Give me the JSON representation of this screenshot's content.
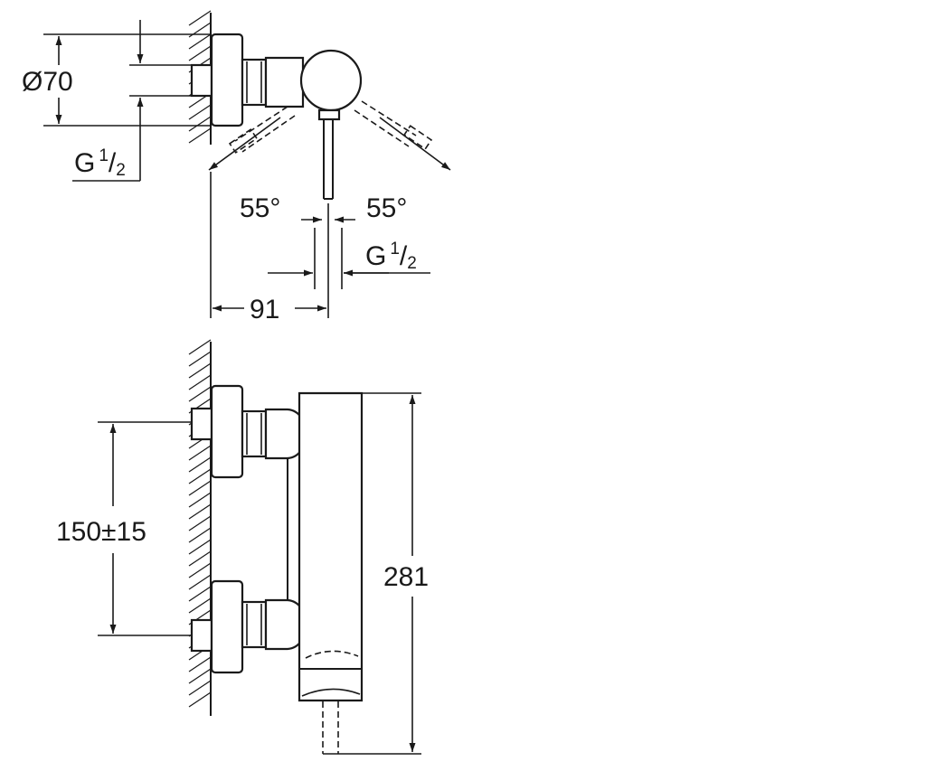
{
  "top_view": {
    "diameter_label": "Ø70",
    "connection_label": {
      "main": "G",
      "sup": "1",
      "slash": "/",
      "sub": "2"
    },
    "angle_left": "55°",
    "angle_right": "55°",
    "outlet_label": {
      "main": "G",
      "sup": "1",
      "slash": "/",
      "sub": "2"
    },
    "depth_label": "91"
  },
  "side_view": {
    "spacing_label": "150±15",
    "height_label": "281"
  }
}
